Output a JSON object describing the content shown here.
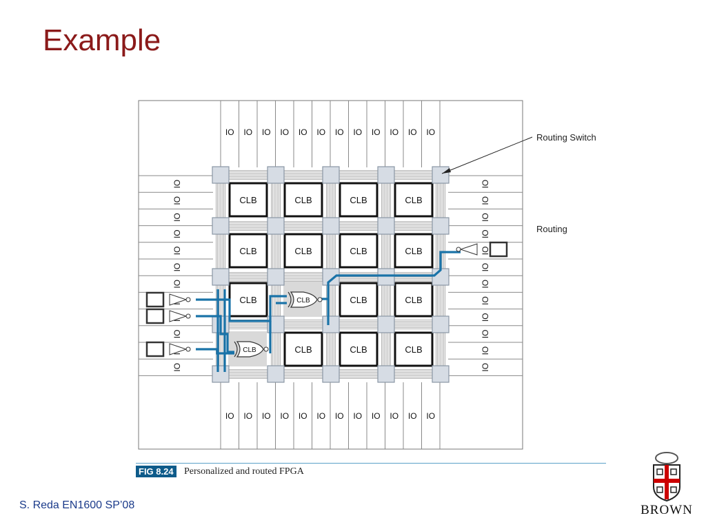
{
  "slide": {
    "title": "Example",
    "footer": "S. Reda EN1600 SP’08",
    "logo_text": "BROWN"
  },
  "figure": {
    "number": "FIG 8.24",
    "caption": "Personalized and routed FPGA",
    "io_label": "IO",
    "clb_label": "CLB",
    "callouts": {
      "routing_switch": "Routing Switch",
      "routing": "Routing"
    }
  },
  "colors": {
    "title": "#8b1a1a",
    "route": "#1a73a8",
    "switch": "#d6dce4",
    "badge": "#0e5b8a",
    "footer": "#1a3a8a"
  }
}
